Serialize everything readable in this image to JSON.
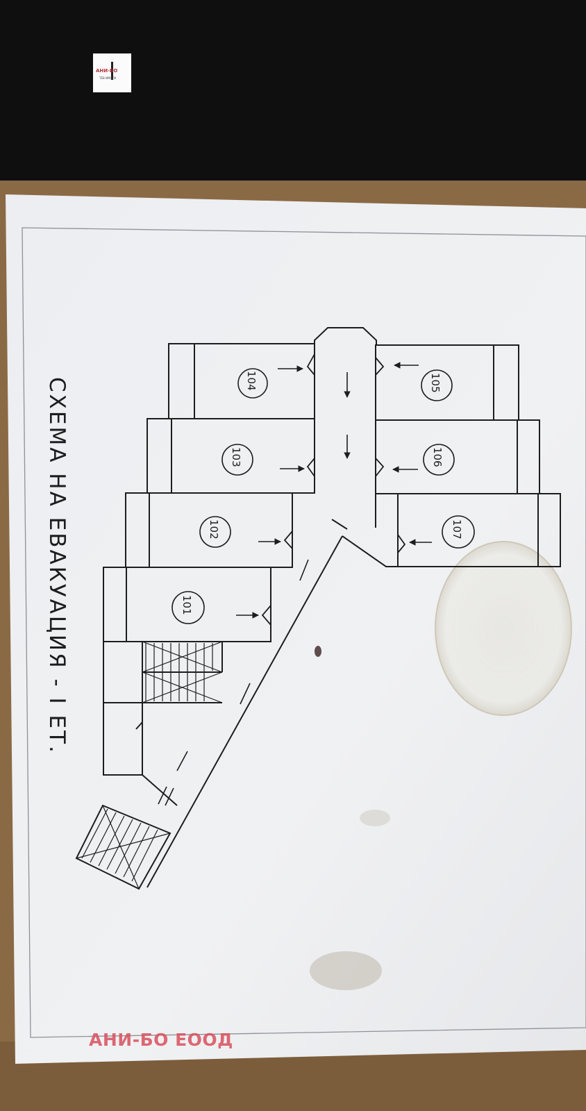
{
  "title": "СХЕМА НА ЕВАКУАЦИЯ - I ЕТ.",
  "rooms": [
    {
      "id": "101",
      "label": "101"
    },
    {
      "id": "102",
      "label": "102"
    },
    {
      "id": "103",
      "label": "103"
    },
    {
      "id": "104",
      "label": "104"
    },
    {
      "id": "105",
      "label": "105"
    },
    {
      "id": "106",
      "label": "106"
    },
    {
      "id": "107",
      "label": "107"
    }
  ],
  "watermark": "АНИ-БО ЕООД",
  "logo": {
    "text": "АНИ-БО",
    "subtext": "ТЕВ ИМОТИ"
  },
  "colors": {
    "background": "#0f0f10",
    "desk": "#8a6a45",
    "paper": "#eef0f2",
    "ink": "#1d1d1f",
    "watermark": "#d9505d"
  }
}
